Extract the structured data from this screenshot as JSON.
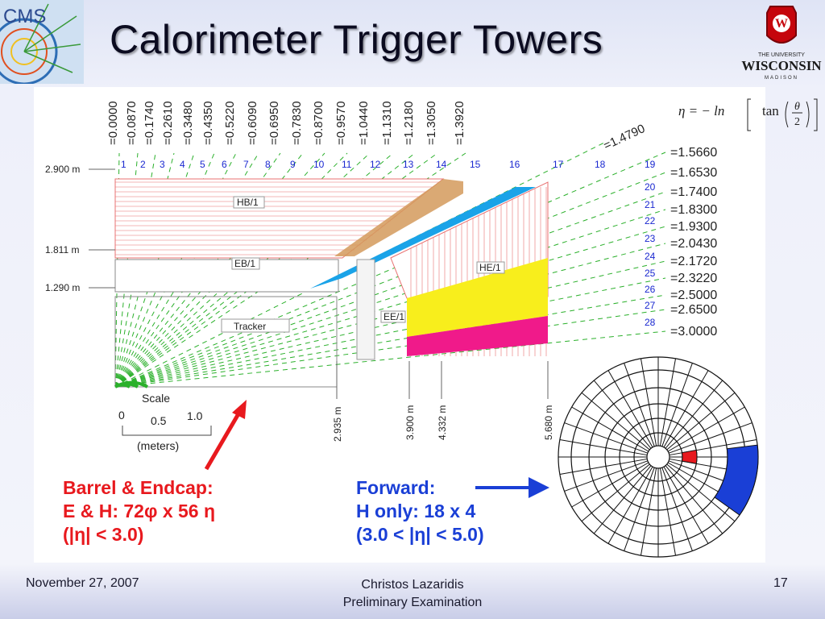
{
  "title": "Calorimeter Trigger Towers",
  "logos": {
    "cms_text": "CMS",
    "wisc_top": "THE UNIVERSITY",
    "wisc_name": "WISCONSIN",
    "wisc_bottom": "MADISON"
  },
  "formula": {
    "lhs": "η = − ln",
    "tan": "tan",
    "theta": "θ",
    "two": "2"
  },
  "eta_top": [
    "=0.0000",
    "=0.0870",
    "=0.1740",
    "=0.2610",
    "=0.3480",
    "=0.4350",
    "=0.5220",
    "=0.6090",
    "=0.6950",
    "=0.7830",
    "=0.8700",
    "=0.9570",
    "=1.0440",
    "=1.1310",
    "=1.2180",
    "=1.3050",
    "=1.3920",
    "=1.4790"
  ],
  "tower_numbers_top": [
    "1",
    "2",
    "3",
    "4",
    "5",
    "6",
    "7",
    "8",
    "9",
    "10",
    "11",
    "12",
    "13",
    "14",
    "15",
    "16",
    "17",
    "18",
    "19"
  ],
  "tower_numbers_right": [
    "20",
    "21",
    "22",
    "23",
    "24",
    "25",
    "26",
    "27",
    "28"
  ],
  "eta_right": [
    "=1.5660",
    "=1.6530",
    "=1.7400",
    "=1.8300",
    "=1.9300",
    "=2.0430",
    "=2.1720",
    "=2.3220",
    "=2.5000",
    "=2.6500",
    "=3.0000"
  ],
  "radii": [
    "2.900 m",
    "1.811 m",
    "1.290 m"
  ],
  "detector_labels": {
    "hb": "HB/1",
    "eb": "EB/1",
    "he": "HE/1",
    "ee": "EE/1",
    "tracker": "Tracker"
  },
  "z_positions": [
    "2.935 m",
    "3.900 m",
    "4.332 m",
    "5.680 m"
  ],
  "scale": {
    "title": "Scale",
    "zero": "0",
    "half": "0.5",
    "one": "1.0",
    "unit": "(meters)"
  },
  "barrel": {
    "line1": "Barrel & Endcap:",
    "line2": "E & H: 72φ x 56 η",
    "line3": "(|η| < 3.0)"
  },
  "forward": {
    "line1": "Forward:",
    "line2": "H only: 18    x 4",
    "line3": "(3.0 < |η| < 5.0)"
  },
  "footer": {
    "date": "November 27, 2007",
    "presenter": "Christos Lazaridis",
    "event": "Preliminary Examination",
    "page": "17"
  },
  "colors": {
    "title": "#0b0b20",
    "red": "#e8191e",
    "blue": "#1a3fd6",
    "ecal_blue": "#1aa3e8",
    "he_yellow": "#f8ee1c",
    "he_pink": "#f01a8a",
    "hb_brown": "#d49a5c",
    "eta_line": "#2bb02b",
    "tower_num": "#1a28d0"
  }
}
